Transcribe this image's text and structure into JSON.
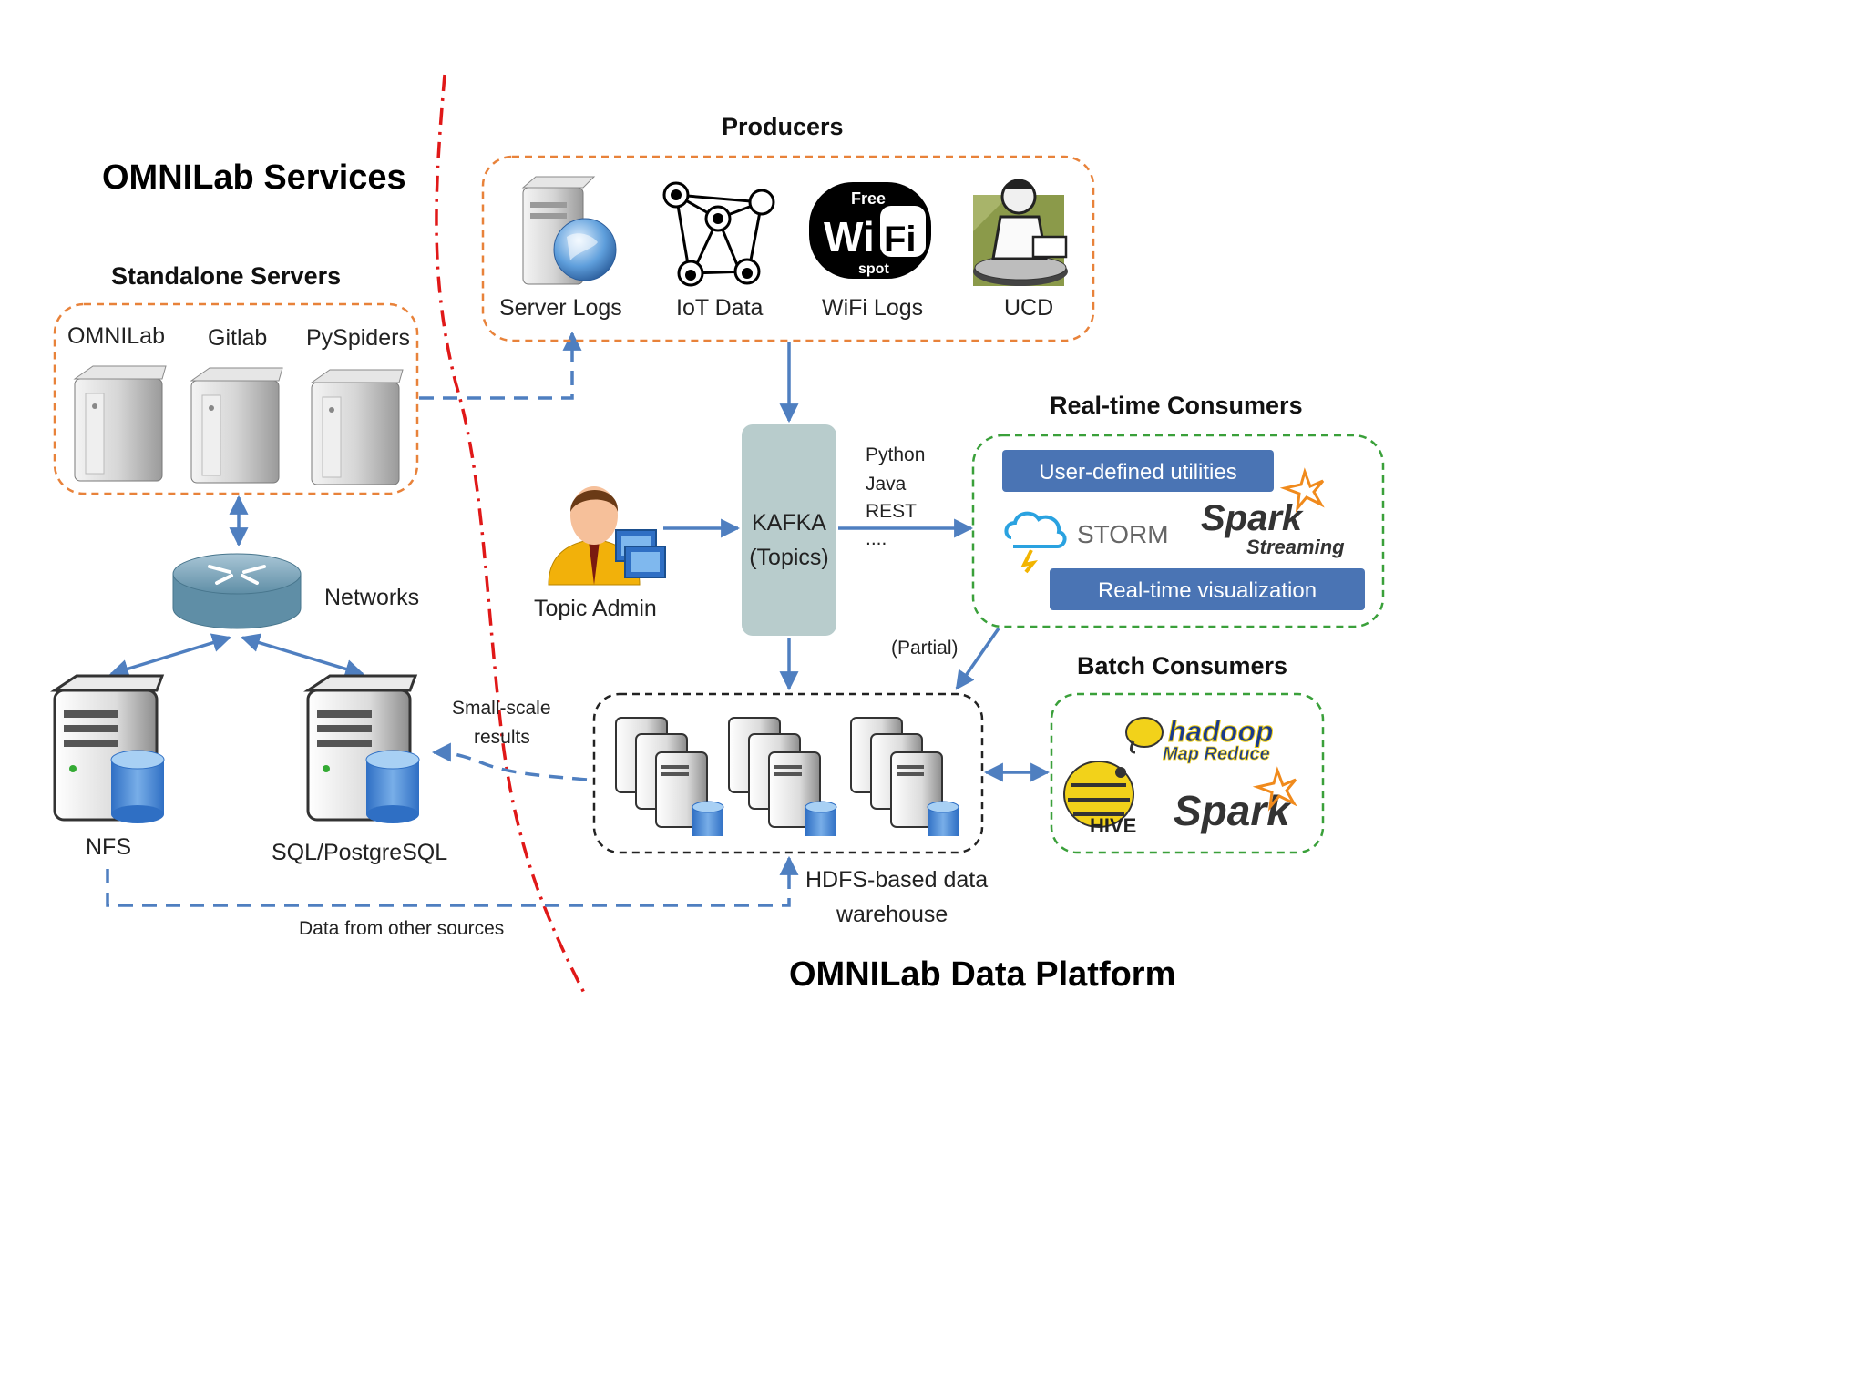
{
  "titles": {
    "services": "OMNILab Services",
    "platform": "OMNILab Data Platform"
  },
  "producers": {
    "title": "Producers",
    "items": [
      "Server Logs",
      "IoT Data",
      "WiFi Logs",
      "UCD"
    ],
    "wifi_badge_top": "Free",
    "wifi_badge_bottom": "spot",
    "wifi_badge_word1": "Wi",
    "wifi_badge_word2": "Fi"
  },
  "standalone": {
    "title": "Standalone Servers",
    "servers": [
      "OMNILab",
      "Gitlab",
      "PySpiders"
    ]
  },
  "network": {
    "label": "Networks"
  },
  "storage": {
    "nfs": "NFS",
    "sql": "SQL/PostgreSQL"
  },
  "kafka": {
    "line1": "KAFKA",
    "line2": "(Topics)"
  },
  "topic_admin": {
    "label": "Topic Admin"
  },
  "client_langs": [
    "Python",
    "Java",
    "REST",
    "...."
  ],
  "realtime": {
    "title": "Real-time Consumers",
    "utilities": "User-defined utilities",
    "visualization": "Real-time visualization",
    "storm": "STORM",
    "spark": "Spark",
    "streaming": "Streaming"
  },
  "batch": {
    "title": "Batch Consumers",
    "hadoop": "hadoop",
    "mapreduce": "Map Reduce",
    "hive": "HIVE",
    "spark": "Spark"
  },
  "hdfs": {
    "line1": "HDFS-based data",
    "line2": "warehouse"
  },
  "edges": {
    "partial": "(Partial)",
    "small_scale_1": "Small-scale",
    "small_scale_2": "results",
    "other_sources": "Data from other sources"
  },
  "colors": {
    "orange_dash": "#e8823a",
    "green_dash": "#3aa03a",
    "black_dash": "#222222",
    "arrow_blue": "#4f7fc0",
    "red_divider": "#e01818",
    "pill_blue": "#4a74b4",
    "kafka_fill": "#b8cccc"
  }
}
